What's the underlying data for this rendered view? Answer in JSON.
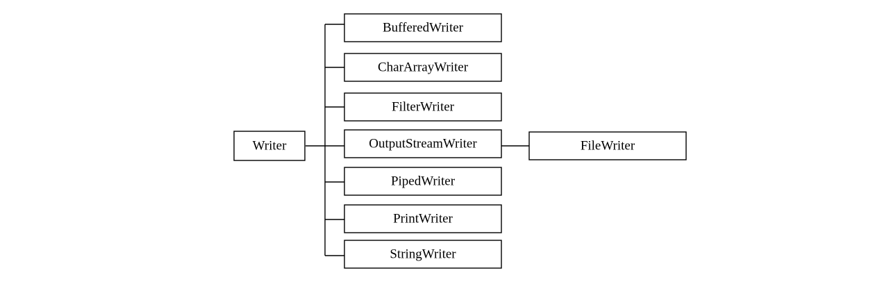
{
  "diagram": {
    "root": {
      "label": "Writer"
    },
    "children": [
      {
        "label": "BufferedWriter"
      },
      {
        "label": "CharArrayWriter"
      },
      {
        "label": "FilterWriter"
      },
      {
        "label": "OutputStreamWriter"
      },
      {
        "label": "PipedWriter"
      },
      {
        "label": "PrintWriter"
      },
      {
        "label": "StringWriter"
      }
    ],
    "grandchild": {
      "label": "FileWriter",
      "parent": "OutputStreamWriter"
    }
  },
  "colors": {
    "line": "#000000",
    "box_fill": "#ffffff",
    "text": "#000000"
  }
}
